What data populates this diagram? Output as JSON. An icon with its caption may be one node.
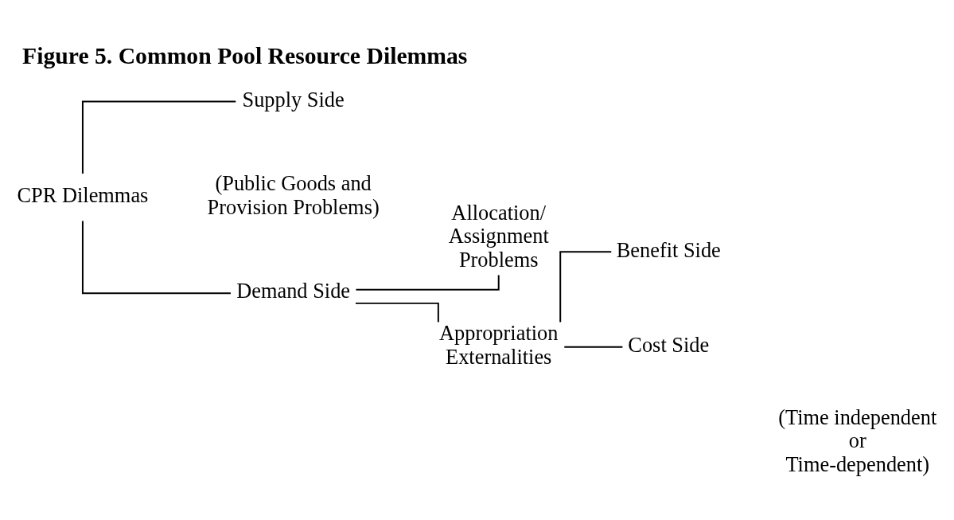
{
  "diagram": {
    "title": "Figure 5. Common Pool Resource Dilemmas",
    "nodes": [
      {
        "text": [
          "CPR Dilemmas"
        ]
      },
      {
        "text": [
          "Supply Side"
        ],
        "beside": [
          "(Public Goods and Provision Problems)"
        ]
      },
      {
        "text": [
          "Demand Side"
        ]
      },
      {
        "text": [
          "Allocation/ Assignment Problems"
        ]
      },
      {
        "text": [
          "Appropriation Externalities"
        ]
      },
      {
        "text": [
          "Benefit Side"
        ]
      },
      {
        "text": [
          "Cost Side"
        ]
      }
    ],
    "edges": [
      {
        "from": 0,
        "to": 1,
        "arrow": "none"
      },
      {
        "from": 0,
        "to": 2,
        "arrow": "none"
      },
      {
        "from": 2,
        "to": 3,
        "arrow": "none"
      },
      {
        "from": 2,
        "to": 4,
        "arrow": "none"
      },
      {
        "from": 4,
        "to": 5,
        "arrow": "none"
      },
      {
        "from": 4,
        "to": 6,
        "arrow": "none"
      }
    ],
    "labels": [
      "(Time independent or Time-dependent)"
    ]
  }
}
